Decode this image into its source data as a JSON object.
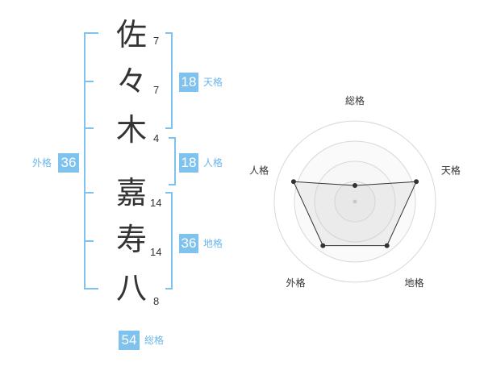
{
  "name_chars": [
    {
      "char": "佐",
      "strokes": "7"
    },
    {
      "char": "々",
      "strokes": "7"
    },
    {
      "char": "木",
      "strokes": "4"
    },
    {
      "char": "嘉",
      "strokes": "14"
    },
    {
      "char": "寿",
      "strokes": "14"
    },
    {
      "char": "八",
      "strokes": "8"
    }
  ],
  "kaku": {
    "tenkaku": {
      "value": "18",
      "label": "天格"
    },
    "jinkaku": {
      "value": "18",
      "label": "人格"
    },
    "chikaku": {
      "value": "36",
      "label": "地格"
    },
    "gaikaku": {
      "value": "36",
      "label": "外格"
    },
    "soukaku": {
      "value": "54",
      "label": "総格"
    }
  },
  "colors": {
    "accent": "#7fc2ee",
    "accent_text": "#6cb6e8"
  },
  "chart_data": {
    "type": "radar",
    "axes": [
      "総格",
      "天格",
      "地格",
      "外格",
      "人格"
    ],
    "max": 4,
    "rings": 4,
    "series": [
      {
        "values": [
          0.8,
          3.2,
          2.7,
          2.7,
          3.2
        ]
      }
    ]
  }
}
